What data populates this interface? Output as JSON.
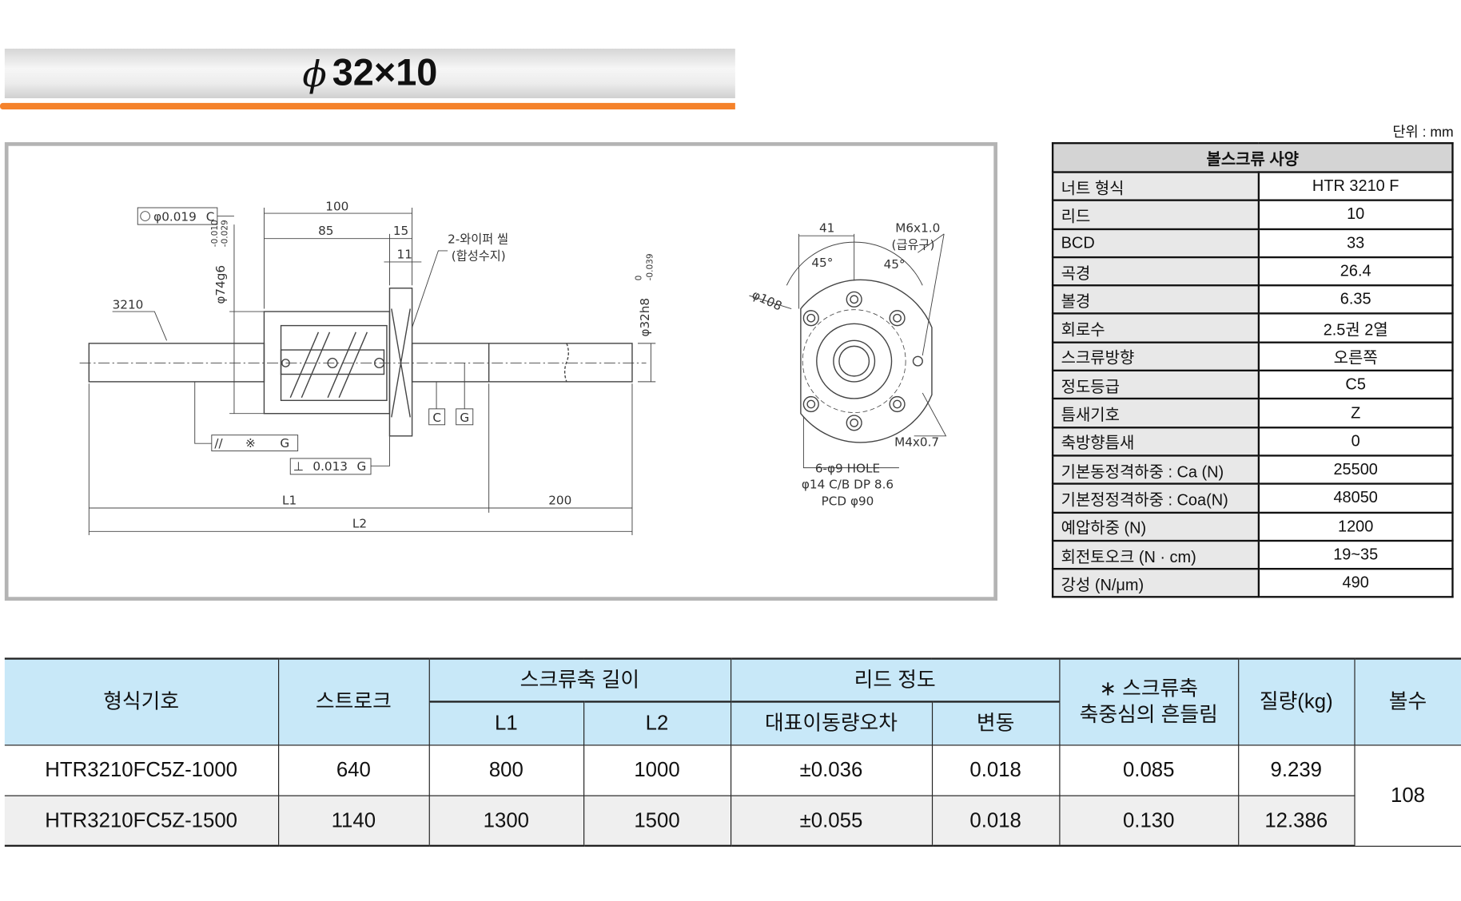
{
  "title": {
    "symbol": "ϕ",
    "text": "32×10"
  },
  "unit_label": "단위 : mm",
  "drawing": {
    "side": {
      "dim_100": "100",
      "dim_85": "85",
      "dim_15": "15",
      "dim_11": "11",
      "wiper_seal": "2-와이퍼 씰",
      "wiper_material": "(합성수지)",
      "model": "3210",
      "coax_tol": "φ0.019",
      "datum_c": "C",
      "datum_g": "G",
      "nut_dia": "φ74g6",
      "nut_tol_upper": "-0.010",
      "nut_tol_lower": "-0.029",
      "shaft_dia": "φ32h8",
      "shaft_tol_upper": "0",
      "shaft_tol_lower": "-0.039",
      "parallel_mark": "※",
      "perp_tol": "0.013",
      "L1": "L1",
      "L2": "L2",
      "dim_200": "200"
    },
    "flange": {
      "dim_41": "41",
      "angle1": "45°",
      "angle2": "45°",
      "flange_dia": "φ108",
      "oil_port": "M6x1.0",
      "oil_port_note": "(급유구)",
      "tap": "M4x0.7",
      "holes": "6-φ9 HOLE",
      "cb": "φ14 C/B DP 8.6",
      "pcd": "PCD φ90"
    }
  },
  "spec": {
    "title": "볼스크류 사양",
    "rows": [
      {
        "k": "너트 형식",
        "v": "HTR 3210 F"
      },
      {
        "k": "리드",
        "v": "10"
      },
      {
        "k": "BCD",
        "v": "33"
      },
      {
        "k": "곡경",
        "v": "26.4"
      },
      {
        "k": "볼경",
        "v": "6.35"
      },
      {
        "k": "회로수",
        "v": "2.5권 2열"
      },
      {
        "k": "스크류방향",
        "v": "오른쪽"
      },
      {
        "k": "정도등급",
        "v": "C5"
      },
      {
        "k": "틈새기호",
        "v": "Z"
      },
      {
        "k": "축방향틈새",
        "v": "0"
      },
      {
        "k": "기본동정격하중 : Ca (N)",
        "v": "25500"
      },
      {
        "k": "기본정정격하중 : Coa(N)",
        "v": "48050"
      },
      {
        "k": "예압하중 (N)",
        "v": "1200"
      },
      {
        "k": "회전토오크 (N · cm)",
        "v": "19~35"
      },
      {
        "k": "강성 (N/μm)",
        "v": "490"
      }
    ]
  },
  "table": {
    "headers": {
      "model": "형식기호",
      "stroke": "스트로크",
      "screw_len": "스크류축 길이",
      "l1": "L1",
      "l2": "L2",
      "lead_acc": "리드 정도",
      "rep_err": "대표이동량오차",
      "var": "변동",
      "runout1": "∗ 스크류축",
      "runout2": "축중심의 흔들림",
      "mass": "질량(kg)",
      "balls": "볼수"
    },
    "rows": [
      {
        "model": "HTR3210FC5Z-1000",
        "stroke": "640",
        "l1": "800",
        "l2": "1000",
        "err": "±0.036",
        "var": "0.018",
        "runout": "0.085",
        "mass": "9.239"
      },
      {
        "model": "HTR3210FC5Z-1500",
        "stroke": "1140",
        "l1": "1300",
        "l2": "1500",
        "err": "±0.055",
        "var": "0.018",
        "runout": "0.130",
        "mass": "12.386"
      }
    ],
    "balls": "108"
  }
}
